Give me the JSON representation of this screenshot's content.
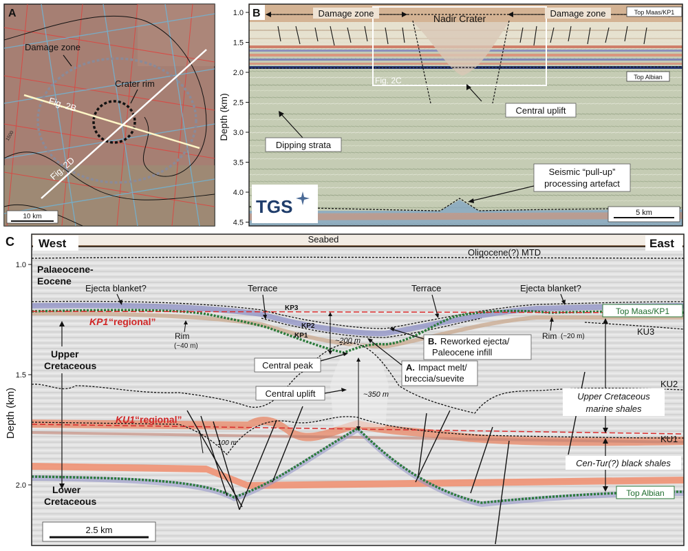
{
  "panel_a": {
    "letter": "A",
    "labels": {
      "damage_zone": "Damage zone",
      "crater_rim": "Crater rim",
      "fig2b": "Fig. 2B",
      "fig2d": "Fig. 2D",
      "contour_value": "1500"
    },
    "scale": "10 km"
  },
  "panel_b": {
    "letter": "B",
    "ylabel": "Depth (km)",
    "yticks": [
      "1.0",
      "1.5",
      "2.0",
      "2.5",
      "3.0",
      "3.5",
      "4.0",
      "4.5"
    ],
    "labels": {
      "damage_zone_left": "Damage zone",
      "damage_zone_right": "Damage zone",
      "nadir_crater": "Nadir Crater",
      "top_maas": "Top Maas/KP1",
      "top_albian": "Top Albian",
      "fig2c": "Fig. 2C",
      "central_uplift": "Central uplift",
      "dipping_strata": "Dipping strata",
      "pullup": "Seismic “pull-up”",
      "pullup2": "processing artefact"
    },
    "logo": "TGS",
    "scale": "5 km"
  },
  "panel_c": {
    "letter": "C",
    "west": "West",
    "east": "East",
    "seabed": "Seabed",
    "ylabel": "Depth (km)",
    "yticks": [
      "1.0",
      "1.5",
      "2.0"
    ],
    "labels": {
      "oligocene": "Oligocene(?) MTD",
      "palaeocene1": "Palaeocene-",
      "palaeocene2": "Eocene",
      "ejecta_left": "Ejecta blanket?",
      "ejecta_right": "Ejecta blanket?",
      "terrace_left": "Terrace",
      "terrace_right": "Terrace",
      "top_maas": "Top Maas/KP1",
      "kp1_red": "KP1",
      "regional": "“regional”",
      "ku1_red": "KU1",
      "kp3": "KP3",
      "kp2": "KP2",
      "kp1": "KP1",
      "rim_left": "Rim",
      "rim_left_val": "(~40 m)",
      "rim_right": "Rim",
      "rim_right_val": "(~20 m)",
      "depth_200": "~200 m",
      "depth_350": "~350 m",
      "depth_100": "100 m",
      "b_label": "B.",
      "b_text1": "Reworked ejecta/",
      "b_text2": "Paleocene infill",
      "a_label": "A.",
      "a_text1": "Impact melt/",
      "a_text2": "breccia/suevite",
      "central_peak": "Central peak",
      "central_uplift": "Central uplift",
      "upper_cret1": "Upper",
      "upper_cret2": "Cretaceous",
      "lower_cret1": "Lower",
      "lower_cret2": "Cretaceous",
      "ku3": "KU3",
      "ku2": "KU2",
      "ku1": "KU1",
      "uc_marine1": "Upper Cretaceous",
      "uc_marine2": "marine shales",
      "cen_tur": "Cen-Tur(?) black shales",
      "top_albian": "Top Albian"
    },
    "scale": "2.5 km"
  }
}
